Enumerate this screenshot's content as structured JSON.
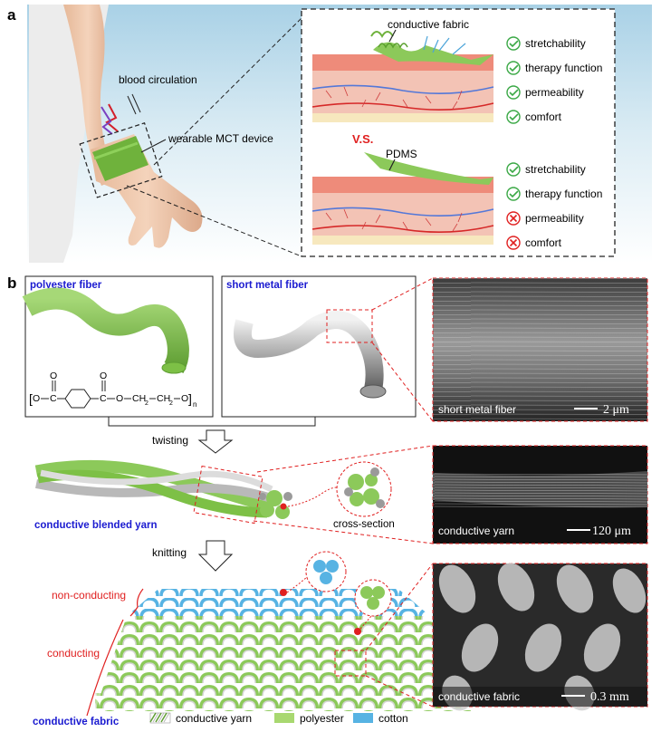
{
  "panel_a": {
    "letter": "a",
    "arm_labels": {
      "blood_circulation": "blood circulation",
      "device": "wearable MCT device"
    },
    "top": {
      "label": "conductive fabric",
      "checks": [
        {
          "label": "stretchability",
          "status": "pass"
        },
        {
          "label": "therapy function",
          "status": "pass"
        },
        {
          "label": "permeability",
          "status": "pass"
        },
        {
          "label": "comfort",
          "status": "pass"
        }
      ]
    },
    "vs": "V.S.",
    "bottom": {
      "label": "PDMS",
      "checks": [
        {
          "label": "stretchability",
          "status": "pass"
        },
        {
          "label": "therapy function",
          "status": "pass"
        },
        {
          "label": "permeability",
          "status": "fail"
        },
        {
          "label": "comfort",
          "status": "fail"
        }
      ]
    }
  },
  "panel_b": {
    "letter": "b",
    "polyester_box": {
      "title": "polyester fiber",
      "formula": {
        "o1": "O",
        "o2": "O",
        "c1": "C",
        "c2": "C",
        "o3": "O",
        "o4": "O",
        "ch2a": "CH",
        "sub2a": "2",
        "ch2b": "CH",
        "sub2b": "2",
        "o5": "O",
        "n": "n"
      }
    },
    "metal_box": {
      "title": "short metal fiber"
    },
    "steps": {
      "twisting": "twisting",
      "knitting": "knitting"
    },
    "yarn": {
      "label": "conductive blended yarn",
      "cross_section": "cross-section"
    },
    "fabric": {
      "label": "conductive fabric",
      "non_conducting": "non-conducting",
      "conducting": "conducting"
    },
    "legend": [
      {
        "label": "conductive yarn",
        "swatch": "conductive-yarn"
      },
      {
        "label": "polyester",
        "color": "#a8d870"
      },
      {
        "label": "cotton",
        "color": "#57b3e3"
      }
    ],
    "sem": [
      {
        "caption": "short metal fiber",
        "scale": "2 μm"
      },
      {
        "caption": "conductive yarn",
        "scale": "120 μm"
      },
      {
        "caption": "conductive fabric",
        "scale": "0.3 mm"
      }
    ]
  },
  "colors": {
    "accent_red": "#e02020",
    "check_green": "#3aa845",
    "label_blue": "#1a1ad0",
    "fiber_green": "#7dc046",
    "cotton_blue": "#57b3e3"
  }
}
